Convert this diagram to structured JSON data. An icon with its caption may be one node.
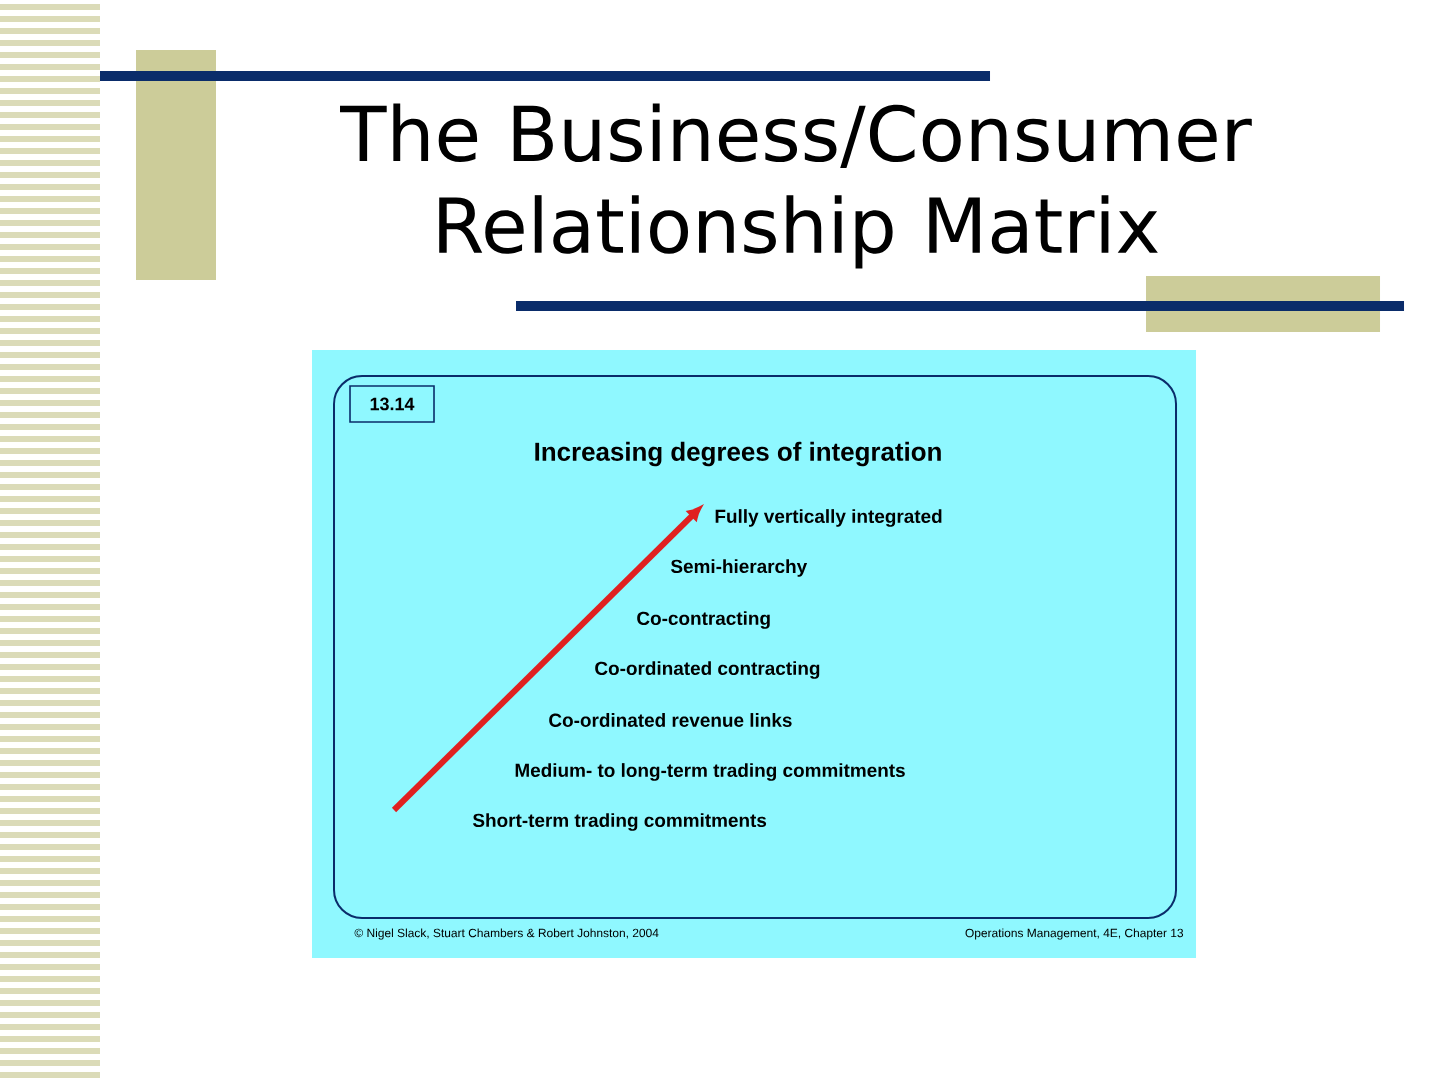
{
  "diagram": {
    "title": "The Business/Consumer Relationship Matrix",
    "nodes": [
      {
        "text": [
          "13.14"
        ]
      }
    ],
    "labels": [
      "Increasing degrees of integration",
      "Fully vertically integrated",
      "Semi-hierarchy",
      "Co-contracting",
      "Co-ordinated contracting",
      "Co-ordinated revenue links",
      "Medium- to long-term trading commitments",
      "Short-term trading commitments",
      "© Nigel Slack, Stuart Chambers & Robert Johnston, 2004",
      "Operations Management, 4E, Chapter 13"
    ]
  }
}
